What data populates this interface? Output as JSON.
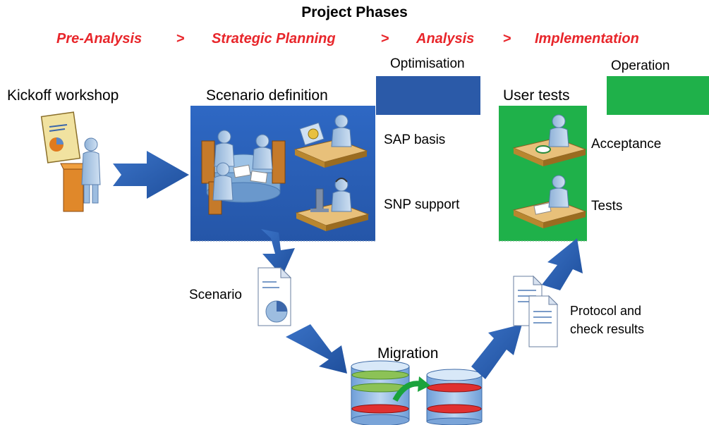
{
  "title": "Project Phases",
  "phases": [
    "Pre-Analysis",
    "Strategic Planning",
    "Analysis",
    "Implementation"
  ],
  "phase_separator": ">",
  "labels": {
    "kickoff": "Kickoff workshop",
    "scenario_definition": "Scenario definition",
    "optimisation": "Optimisation",
    "operation": "Operation",
    "user_tests": "User tests",
    "sap_basis": "SAP basis",
    "snp_support": "SNP support",
    "acceptance": "Acceptance",
    "tests": "Tests",
    "scenario": "Scenario",
    "migration": "Migration",
    "protocol_line1": "Protocol and",
    "protocol_line2": "check results"
  },
  "colors": {
    "phase_text": "#e8262b",
    "blue_box": "#2a60b8",
    "optimisation_bar": "#2b5aa8",
    "green_box": "#1fb14a",
    "arrow": "#2a5fb0"
  },
  "icons": [
    "presenter-icon",
    "meeting-icon",
    "desk-worker-icon",
    "headset-worker-icon",
    "document-icon",
    "database-icon"
  ]
}
